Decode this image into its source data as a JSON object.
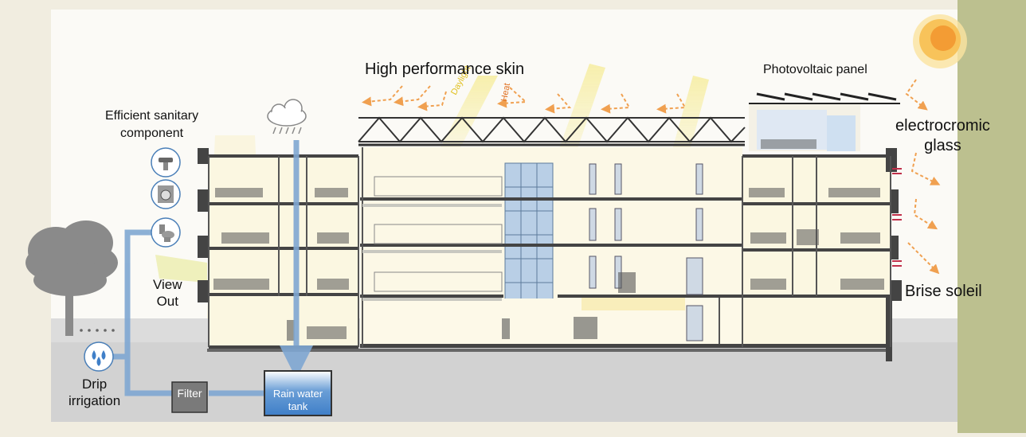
{
  "labels": {
    "high_performance_skin": "High performance skin",
    "photovoltaic_panel": "Photovoltaic panel",
    "electrochromic_glass": "electrocromic\nglass",
    "efficient_sanitary": "Efficient sanitary\ncomponent",
    "view_out": "View\nOut",
    "brise_soleil": "Brise soleil",
    "drip_irrigation": "Drip\nirrigation",
    "filter": "Filter",
    "rain_water_tank": "Rain water\ntank",
    "daylight": "Daylight",
    "heat": "Heat"
  },
  "colors": {
    "background": "#f1ede0",
    "sidebar": "#bcc08f",
    "ground": "#dcdcdc",
    "interior": "#fbf7e1",
    "water_pipe": "#7fa7d2",
    "heat_arrow": "#f0a050",
    "sun_core": "#f5a623",
    "daylight_beam": "#f6ec9a"
  },
  "icons": [
    "sun-icon",
    "rain-cloud-icon",
    "tree-icon",
    "sink-icon",
    "washing-machine-icon",
    "toilet-icon",
    "water-drops-icon"
  ]
}
